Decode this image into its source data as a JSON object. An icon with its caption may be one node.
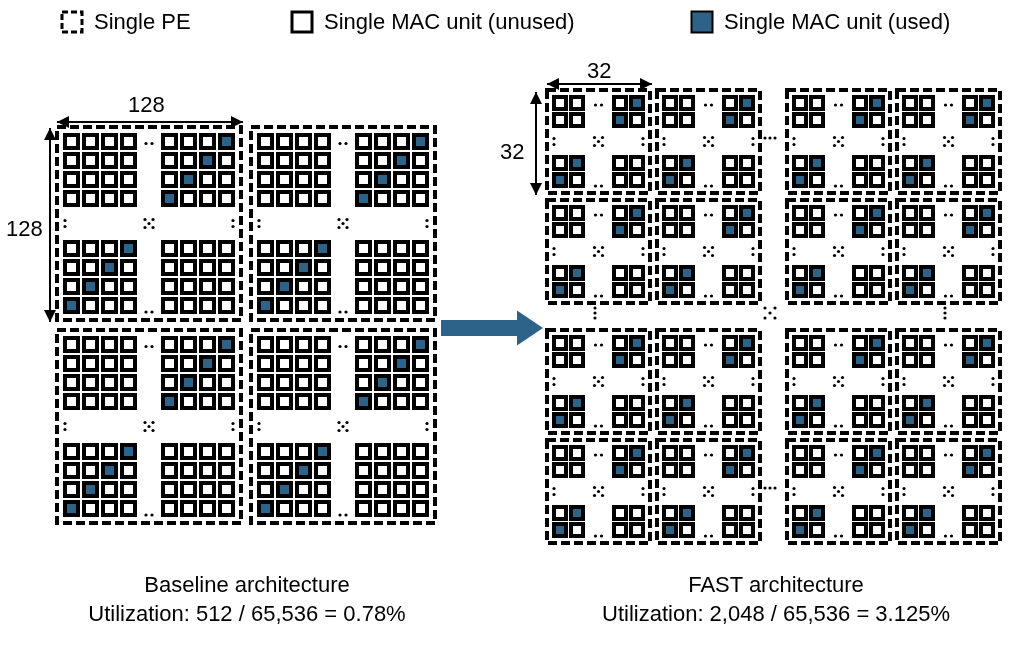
{
  "diagram": {
    "nodes": [
      {
        "text": [
          "Baseline architecture",
          "Utilization: 512 / 65,536 = 0.78%"
        ]
      },
      {
        "text": [
          "FAST architecture",
          "Utilization: 2,048 / 65,536 = 3.125%"
        ]
      }
    ],
    "edges": [
      {
        "from": 0,
        "to": 1,
        "arrow": "to",
        "style": "thick",
        "color": "#2e6389"
      }
    ],
    "labels": [
      "32",
      "128",
      "32",
      "128"
    ],
    "legend": [
      {
        "text": "Single PE"
      },
      {
        "text": "Single MAC unit (unused)"
      },
      {
        "text": "Single MAC unit (used)",
        "color": "#2e6389"
      }
    ]
  }
}
